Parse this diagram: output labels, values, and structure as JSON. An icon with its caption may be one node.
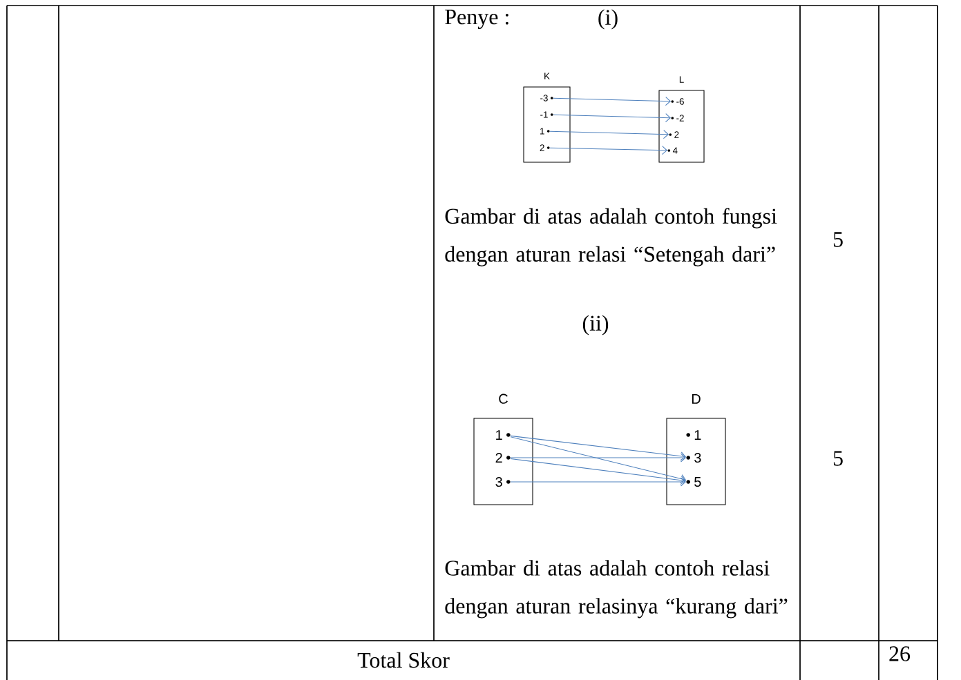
{
  "diagram": {
    "nodes": [
      {
        "text": [
          "K"
        ]
      },
      {
        "text": [
          "-3"
        ],
        "in": 0
      },
      {
        "text": [
          "-1"
        ],
        "in": 0
      },
      {
        "text": [
          "1"
        ],
        "in": 0
      },
      {
        "text": [
          "2"
        ],
        "in": 0
      },
      {
        "text": [
          "L"
        ]
      },
      {
        "text": [
          "-6"
        ],
        "in": 5
      },
      {
        "text": [
          "-2"
        ],
        "in": 5
      },
      {
        "text": [
          "2"
        ],
        "in": 5
      },
      {
        "text": [
          "4"
        ],
        "in": 5
      },
      {
        "text": [
          "C"
        ]
      },
      {
        "text": [
          "1"
        ],
        "in": 10
      },
      {
        "text": [
          "2"
        ],
        "in": 10
      },
      {
        "text": [
          "3"
        ],
        "in": 10
      },
      {
        "text": [
          "D"
        ]
      },
      {
        "text": [
          "1"
        ],
        "in": 14
      },
      {
        "text": [
          "3"
        ],
        "in": 14
      },
      {
        "text": [
          "5"
        ],
        "in": 14
      }
    ],
    "edges": [
      {
        "from": 1,
        "to": 6,
        "arrow": "to"
      },
      {
        "from": 2,
        "to": 7,
        "arrow": "to"
      },
      {
        "from": 3,
        "to": 8,
        "arrow": "to"
      },
      {
        "from": 4,
        "to": 9,
        "arrow": "to"
      },
      {
        "from": 11,
        "to": 16,
        "arrow": "to"
      },
      {
        "from": 11,
        "to": 17,
        "arrow": "to"
      },
      {
        "from": 12,
        "to": 16,
        "arrow": "to"
      },
      {
        "from": 12,
        "to": 17,
        "arrow": "to"
      },
      {
        "from": 13,
        "to": 17,
        "arrow": "to"
      }
    ],
    "labels": [
      "Penye :",
      "(i)",
      "Gambar di atas adalah contoh fungsi dengan aturan relasi “Setengah dari”",
      "5",
      "(ii)",
      "5",
      "Gambar di atas adalah contoh relasi dengan aturan relasinya “kurang dari”",
      "Total Skor",
      "26"
    ]
  }
}
